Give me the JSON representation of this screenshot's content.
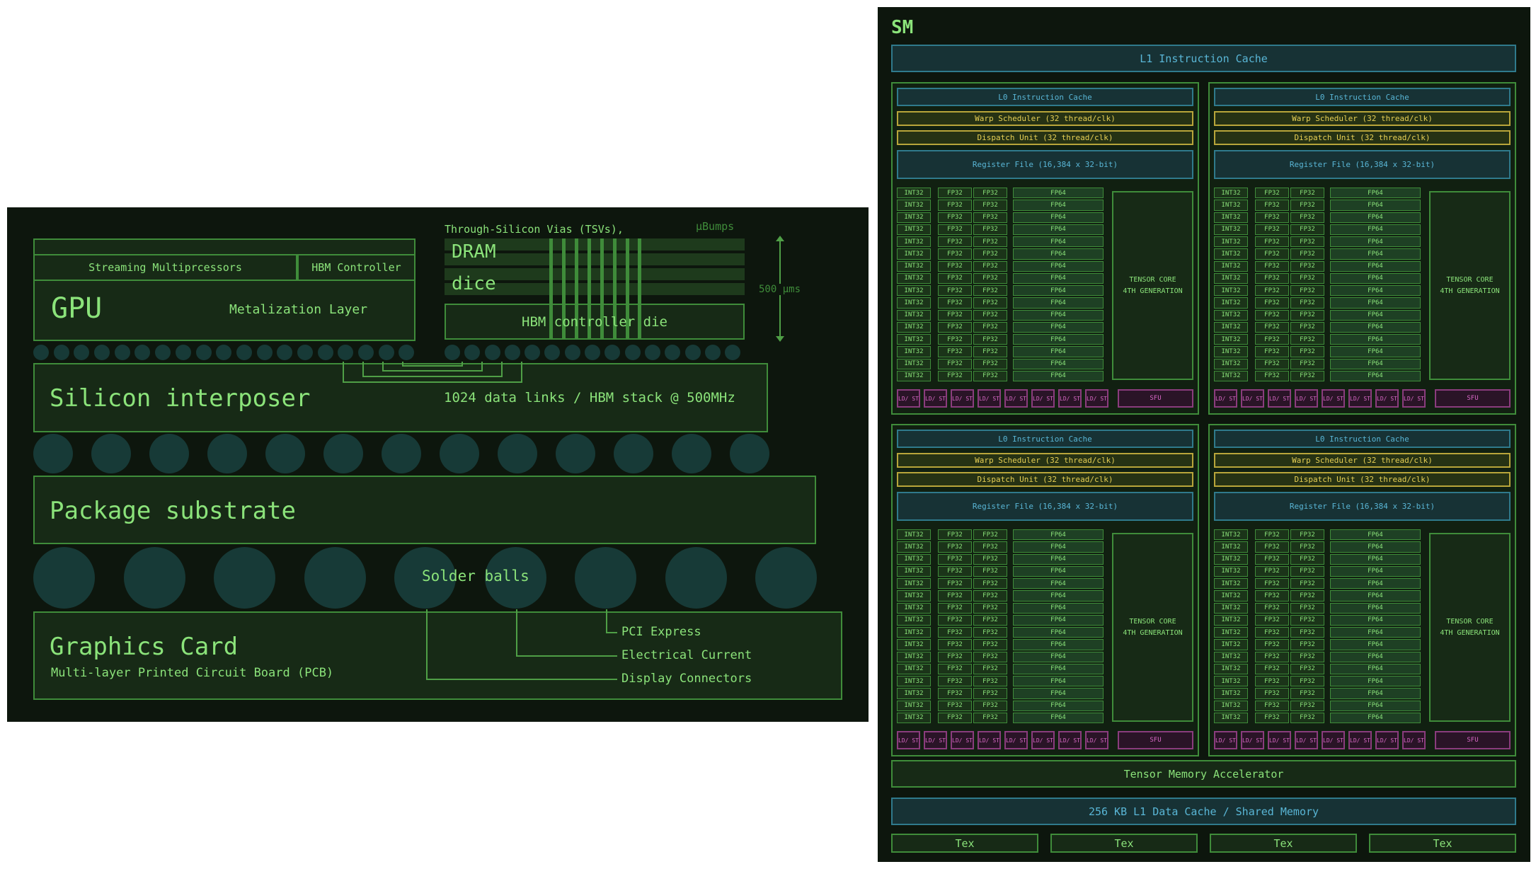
{
  "gpu_package": {
    "gpu_die": {
      "streaming_multiprocessors": "Streaming Multiprcessors",
      "hbm_controller": "HBM Controller",
      "title": "GPU",
      "metalization_layer": "Metalization Layer"
    },
    "hbm": {
      "tsv_label": "Through-Silicon Vias (TSVs),",
      "ubumps_label": "µBumps",
      "dram_line1": "DRAM",
      "dram_line2": "dice",
      "controller_die": "HBM controller die",
      "height_label": "500 µms"
    },
    "interposer": {
      "title": "Silicon interposer",
      "links": "1024 data links / HBM stack @ 500MHz"
    },
    "substrate": "Package substrate",
    "solder_balls": "Solder balls",
    "card": {
      "title": "Graphics Card",
      "subtitle": "Multi-layer Printed Circuit Board (PCB)"
    },
    "connections": [
      "PCI Express",
      "Electrical Current",
      "Display Connectors"
    ]
  },
  "sm": {
    "title": "SM",
    "l1_instruction_cache": "L1 Instruction Cache",
    "partition": {
      "l0_cache": "L0 Instruction Cache",
      "warp_scheduler": "Warp Scheduler (32 thread/clk)",
      "dispatch_unit": "Dispatch Unit (32 thread/clk)",
      "register_file": "Register File (16,384 x 32-bit)",
      "int32": "INT32",
      "fp32": "FP32",
      "fp64": "FP64",
      "tensor_core_line1": "TENSOR CORE",
      "tensor_core_line2": "4TH GENERATION",
      "ldst": "LD/ ST",
      "sfu": "SFU"
    },
    "tensor_memory_accelerator": "Tensor Memory Accelerator",
    "l1_data_cache": "256 KB L1 Data Cache / Shared Memory",
    "tex": [
      "Tex",
      "Tex",
      "Tex",
      "Tex"
    ]
  }
}
